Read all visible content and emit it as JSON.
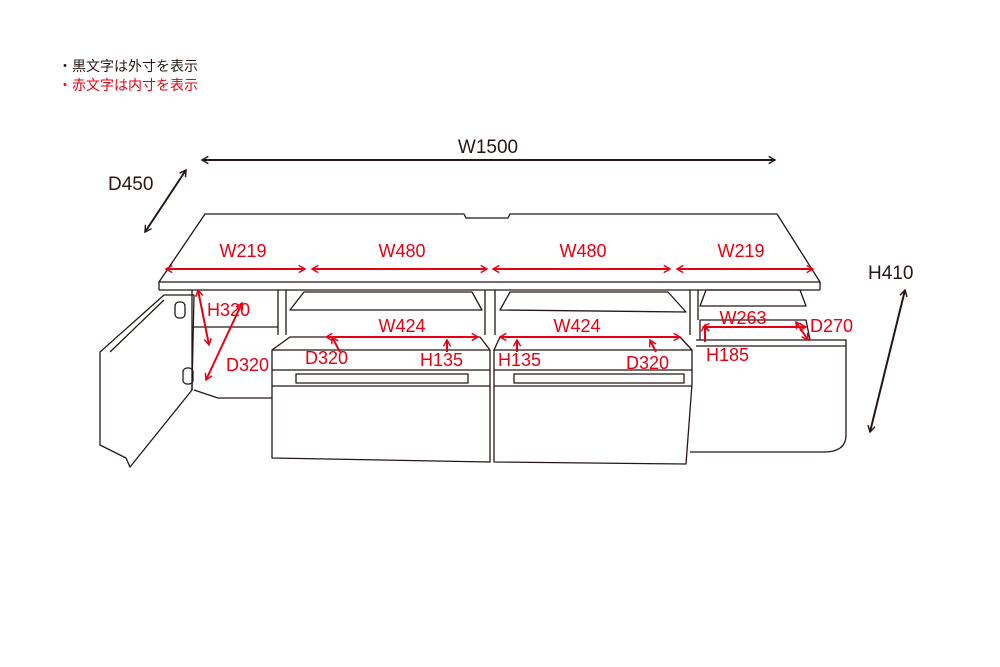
{
  "legend": {
    "black_note": "・黒文字は外寸を表示",
    "red_note": "・赤文字は内寸を表示"
  },
  "colors": {
    "outline": "#231815",
    "outer_dimension": "#231815",
    "inner_dimension": "#e60012"
  },
  "outer": {
    "width": "W1500",
    "depth": "D450",
    "height": "H410"
  },
  "inner": {
    "top_widths": [
      "W219",
      "W480",
      "W480",
      "W219"
    ],
    "left_height": "H320",
    "left_depth": "D320",
    "drawer1_width": "W424",
    "drawer1_depth": "D320",
    "drawer1_height": "H135",
    "drawer2_height": "H135",
    "drawer2_width": "W424",
    "drawer2_depth": "D320",
    "right_width": "W263",
    "right_depth": "D270",
    "right_height": "H185"
  }
}
